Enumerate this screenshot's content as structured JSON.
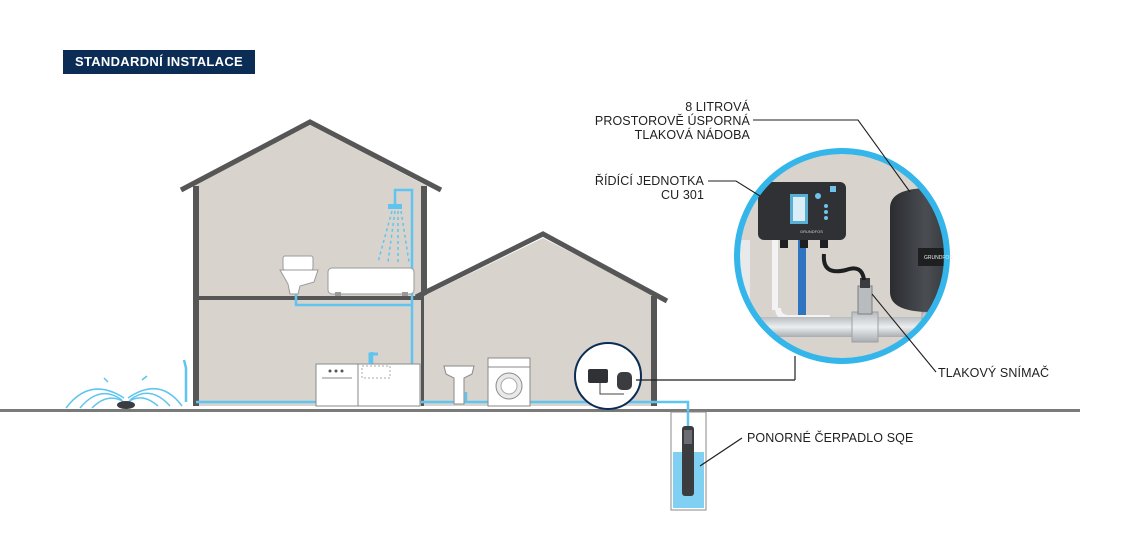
{
  "title": "STANDARDNÍ INSTALACE",
  "labels": {
    "vessel": [
      "8 LITROVÁ",
      "PROSTOROVĚ ÚSPORNÁ",
      "TLAKOVÁ NÁDOBA"
    ],
    "control_unit": [
      "ŘÍDÍCÍ JEDNOTKA",
      "CU 301"
    ],
    "pressure_sensor": "TLAKOVÝ SNÍMAČ",
    "pump": "PONORNÉ ČERPADLO SQE"
  },
  "brand_marks": {
    "unit_logo": "GRUNDFOS",
    "vessel_logo": "GRUNDFOS"
  },
  "colors": {
    "house_fill": "#d8d4cd",
    "house_wall": "#565656",
    "water_pipe": "#5fc4ef",
    "lens_ring": "#35b6ea",
    "device_dark": "#2f3135",
    "title_bg": "#0b2c55"
  }
}
